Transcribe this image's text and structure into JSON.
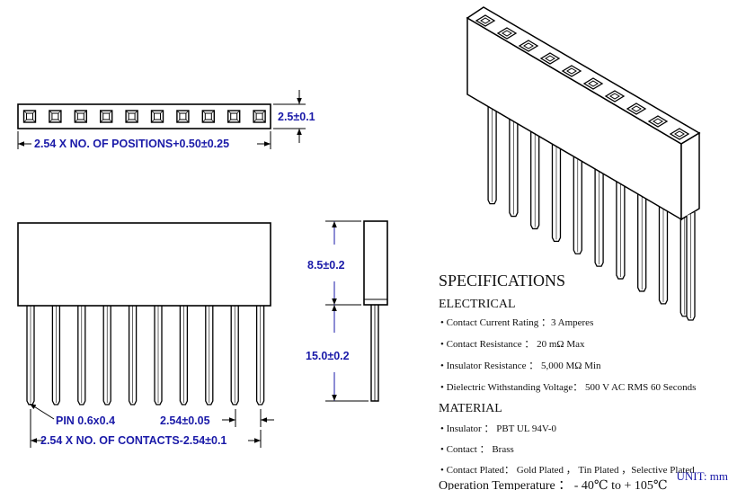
{
  "drawing": {
    "positions": 10,
    "colors": {
      "line": "#000000",
      "dimension": "#1a1aa8",
      "background": "#ffffff"
    },
    "dimensions": {
      "top_height": "2.5±0.1",
      "top_length": "2.54 X NO. OF POSITIONS+0.50±0.25",
      "side_body_height": "8.5±0.2",
      "side_pin_length": "15.0±0.2",
      "pin": "PIN 0.6x0.4",
      "pitch": "2.54±0.05",
      "bottom_length": "2.54 X NO. OF CONTACTS-2.54±0.1"
    }
  },
  "specs": {
    "title": "SPECIFICATIONS",
    "electrical_heading": "ELECTRICAL",
    "electrical": [
      "• Contact Current Rating ：3 Amperes",
      "• Contact Resistance  ： 20 mΩ Max",
      "• Insulator Resistance  ： 5,000 MΩ Min",
      "• Dielectric Withstanding Voltage： 500 V AC RMS 60 Seconds"
    ],
    "material_heading": "MATERIAL",
    "material": [
      "• Insulator  ： PBT UL 94V-0",
      "• Contact  ： Brass",
      "• Contact  Plated： Gold Plated ， Tin Plated ，Selective Plated"
    ],
    "operation": "Operation Temperature  ： - 40℃ to + 105℃",
    "unit": "UNIT: mm"
  }
}
